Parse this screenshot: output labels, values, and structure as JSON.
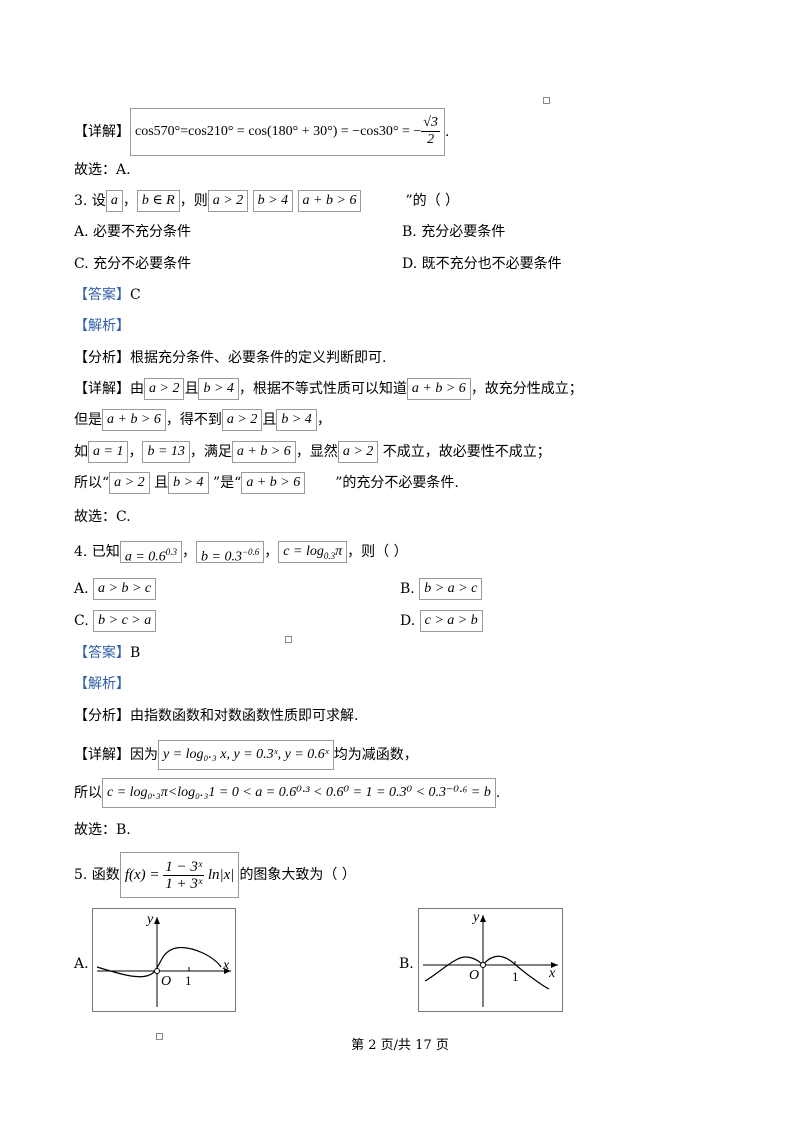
{
  "q2": {
    "detail_label": "【详解】",
    "detail_math": "cos570°=cos210° = cos(180° + 30°) = −cos30° = −",
    "sqrt": "√3",
    "den": "2",
    "tail": ".",
    "choice": "故选：A."
  },
  "q3": {
    "num": "3. 设",
    "m1": "a",
    "m2": "b ∈ R",
    "t1": "，则",
    "m3": "a > 2",
    "m4": "b > 4",
    "m5": "a + b > 6",
    "t2": "”的（     ）",
    "optA": "A.  必要不充分条件",
    "optB": "B.  充分必要条件",
    "optC": "C.  充分不必要条件",
    "optD": "D.  既不充分也不必要条件",
    "answer_label": "【答案】",
    "answer": "C",
    "analysis_label": "【解析】",
    "analyze_label": "【分析】",
    "analyze": "根据充分条件、必要条件的定义判断即可.",
    "detail_label": "【详解】",
    "d1a": "由",
    "d1m1": "a > 2",
    "d1b": "且",
    "d1m2": "b > 4",
    "d1c": "，根据不等式性质可以知道",
    "d1m3": "a + b > 6",
    "d1d": "，故充分性成立；",
    "d2a": "但是",
    "d2m1": "a + b > 6",
    "d2b": "，得不到",
    "d2m2": "a > 2",
    "d2c": "且",
    "d2m3": "b > 4",
    "d2d": "，",
    "d3a": "如",
    "d3m1": "a = 1",
    "d3b": "，",
    "d3m2": "b = 13",
    "d3c": "，满足",
    "d3m3": "a + b > 6",
    "d3d": "，显然",
    "d3m4": "a > 2",
    "d3e": "不成立，故必要性不成立；",
    "d4a": "所以“",
    "d4m1": "a > 2",
    "d4b": "且",
    "d4m2": "b > 4",
    "d4c": "”是“",
    "d4m3": "a + b > 6",
    "d4d": "”的充分不必要条件.",
    "choice": "故选：C."
  },
  "q4": {
    "num": "4. 已知",
    "m1": "a = 0.6",
    "m1sup": "0.3",
    "m2": "b = 0.3",
    "m2sup": "−0.6",
    "m3": "c = log",
    "m3sub": "0.3",
    "m3t": "π",
    "t1": "，则（     ）",
    "optA_label": "A.",
    "optA": "a > b > c",
    "optB_label": "B.",
    "optB": "b > a > c",
    "optC_label": "C.",
    "optC": "b > c > a",
    "optD_label": "D.",
    "optD": "c > a > b",
    "answer_label": "【答案】",
    "answer": "B",
    "analysis_label": "【解析】",
    "analyze_label": "【分析】",
    "analyze": "由指数函数和对数函数性质即可求解.",
    "detail_label": "【详解】",
    "d1a": "因为",
    "d1m": "y = log₀.₃ x, y = 0.3ˣ, y = 0.6ˣ",
    "d1b": "均为减函数，",
    "d2a": "所以",
    "d2m": "c = log₀.₃π<log₀.₃1 = 0 < a = 0.6⁰·³ < 0.6⁰ = 1 = 0.3⁰ < 0.3⁻⁰·⁶ = b",
    "d2b": ".",
    "choice": "故选：B."
  },
  "q5": {
    "num": "5. 函数",
    "fx": "f(x) =",
    "fnum": "1 − 3ˣ",
    "fden": "1 + 3ˣ",
    "ln": "ln|x|",
    "t1": "的图象大致为（     ）",
    "optA_label": "A.",
    "optB_label": "B.",
    "axis_y": "y",
    "axis_x": "x",
    "origin": "O",
    "tick": "1"
  },
  "footer": "第  2 页/共  17 页"
}
